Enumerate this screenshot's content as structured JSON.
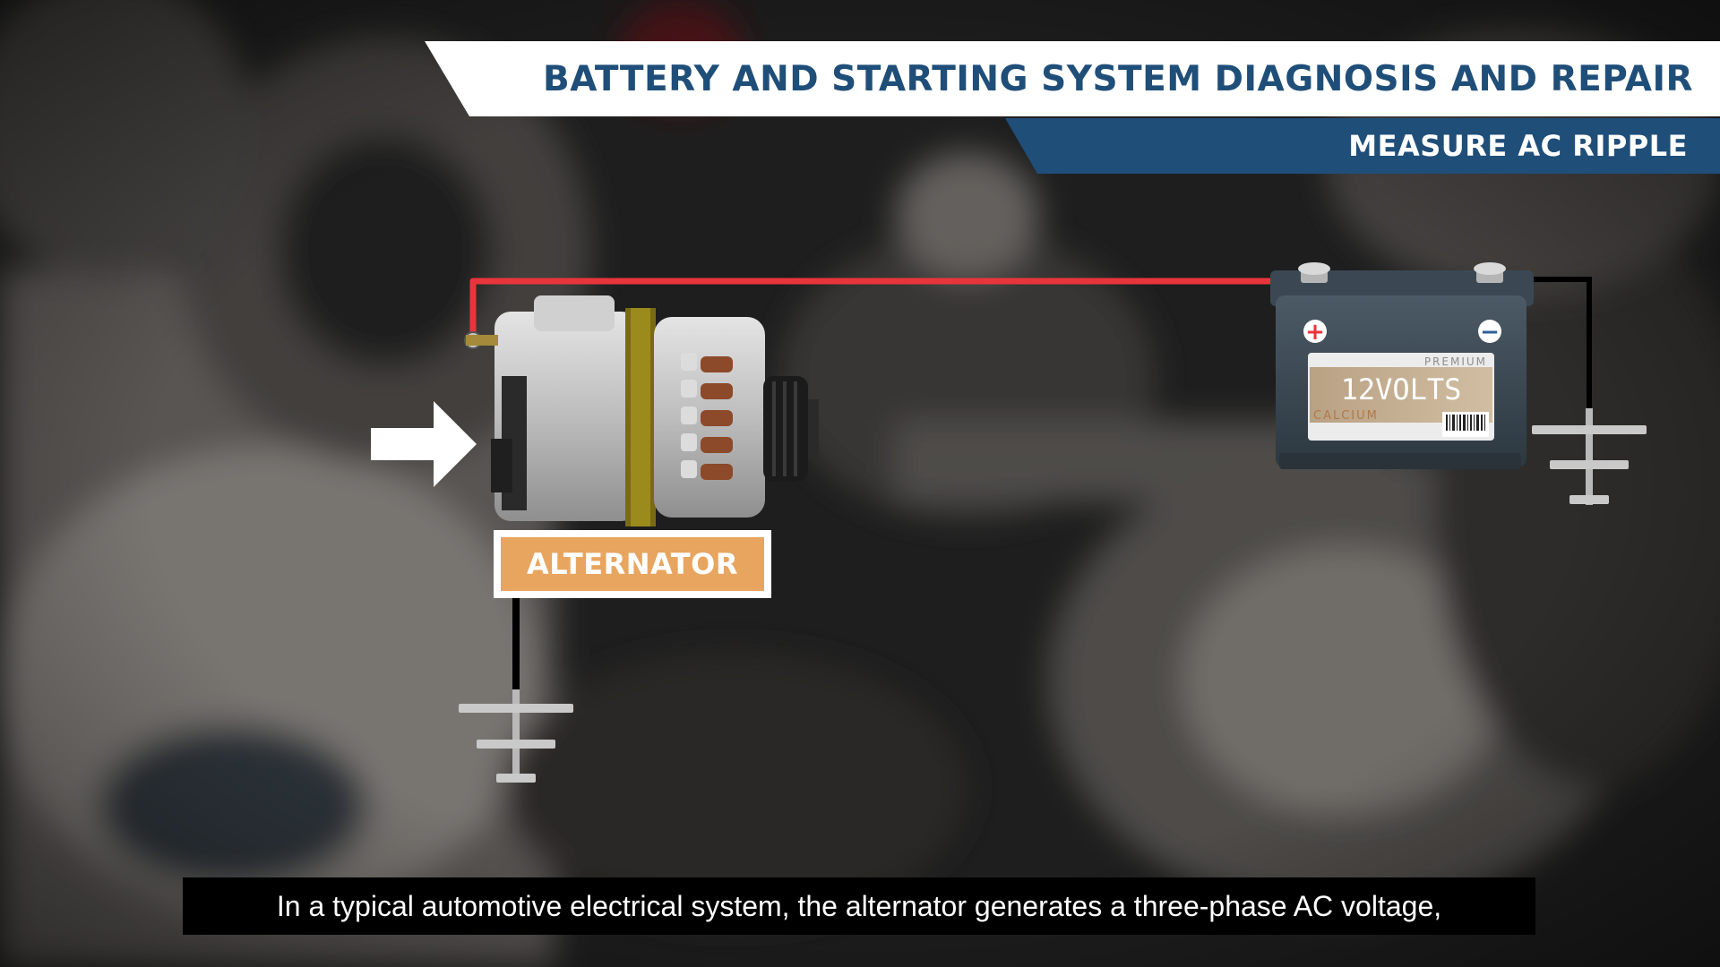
{
  "header": {
    "title": "BATTERY AND STARTING SYSTEM DIAGNOSIS AND REPAIR",
    "subtitle": "MEASURE AC RIPPLE"
  },
  "diagram": {
    "alternator_label": "ALTERNATOR",
    "battery": {
      "brand": "PREMIUM",
      "voltage": "12VOLTS",
      "type": "CALCIUM",
      "positive_symbol": "+",
      "negative_symbol": "−"
    }
  },
  "caption": {
    "text": "In a typical automotive electrical system, the alternator generates a three-phase AC voltage,"
  },
  "colors": {
    "banner_blue": "#1f4e79",
    "label_orange": "#e8a55f",
    "positive_wire": "#e8353b",
    "ground_wire": "#000000"
  },
  "icons": [
    "arrow-right-icon",
    "ground-symbol-icon",
    "alternator-icon",
    "battery-icon"
  ]
}
